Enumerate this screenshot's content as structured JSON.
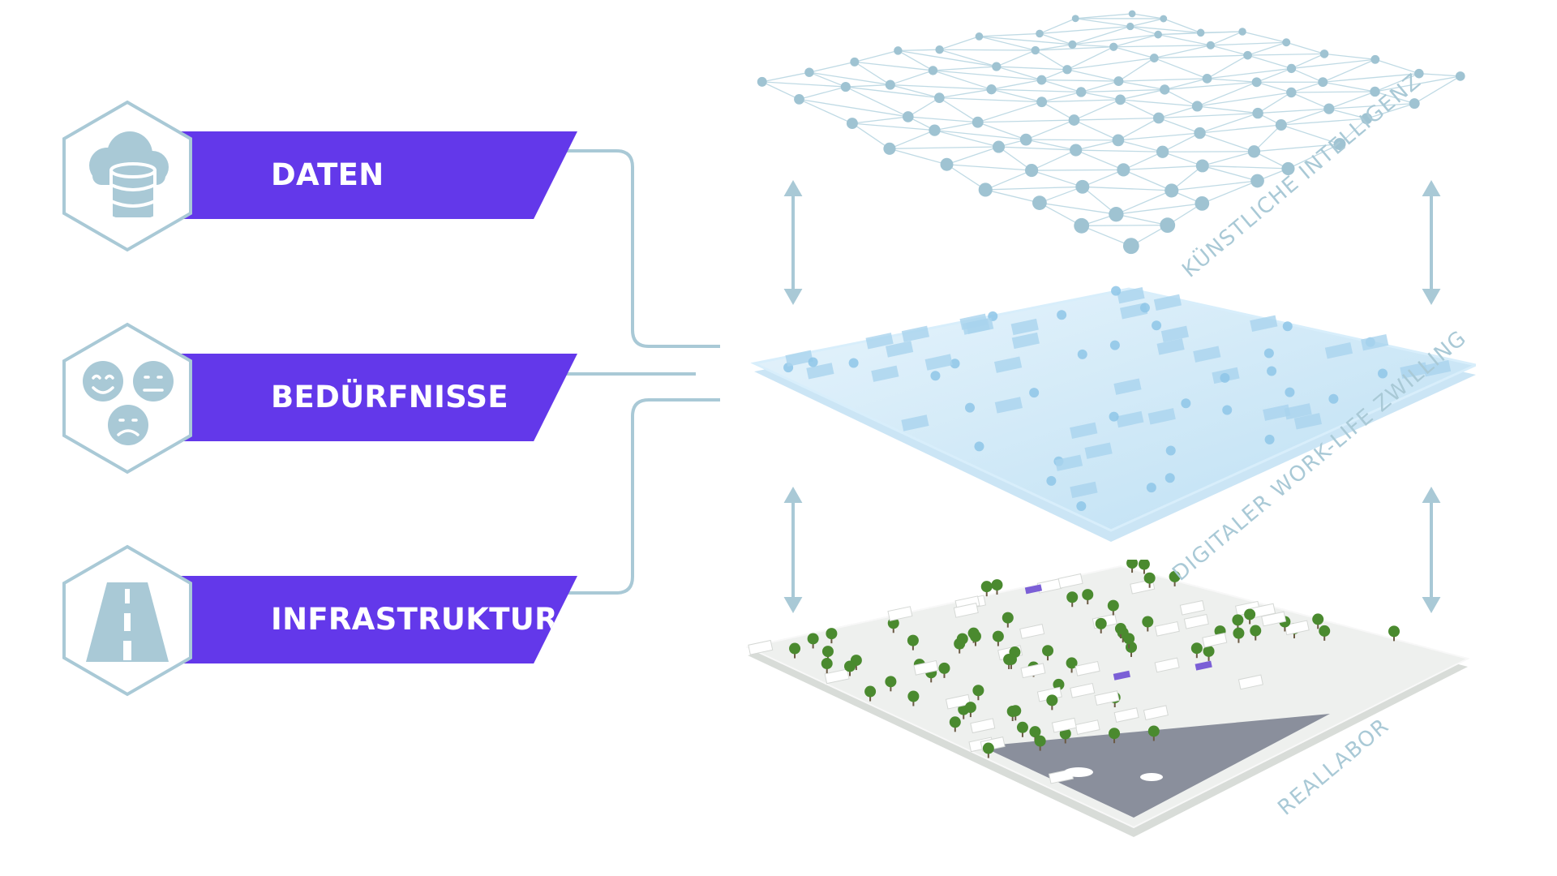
{
  "colors": {
    "banner": "#6338ea",
    "line": "#a9c9d6",
    "network": "#9fc3d2",
    "digital_layer": "#cfe8f8",
    "real_surface": "#eef0ee",
    "tree": "#4a8a2f",
    "water": "#8a8f9c"
  },
  "left_items": [
    {
      "label": "DATEN",
      "icon": "cloud-database-icon"
    },
    {
      "label": "BEDÜRFNISSE",
      "icon": "smiley-faces-icon"
    },
    {
      "label": "INFRASTRUKTUR",
      "icon": "road-icon"
    }
  ],
  "layers": {
    "ai": {
      "label": "KÜNSTLICHE INTELLIGENZ"
    },
    "digital": {
      "label": "DIGITALER WORK-LIFE ZWILLING"
    },
    "real": {
      "label": "REALLABOR"
    }
  }
}
